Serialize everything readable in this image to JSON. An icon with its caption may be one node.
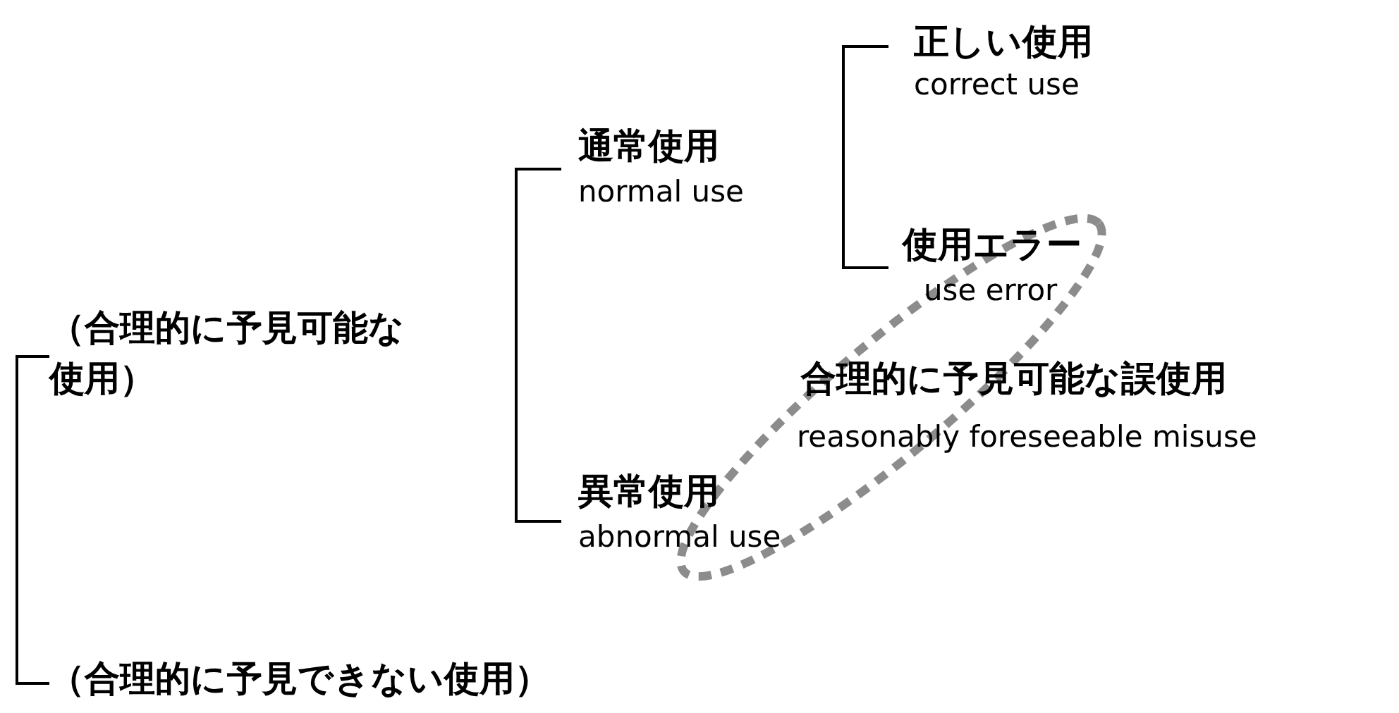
{
  "diagram": {
    "labels": [
      "正しい使用",
      "correct use",
      "通常使用",
      "normal use",
      "使用エラー",
      "use error",
      "（合理的に予見可能な使用）",
      "合理的に予見可能な誤使用",
      "reasonably foreseeable misuse",
      "異常使用",
      "abnormal use",
      "（合理的に予見できない使用）"
    ]
  }
}
